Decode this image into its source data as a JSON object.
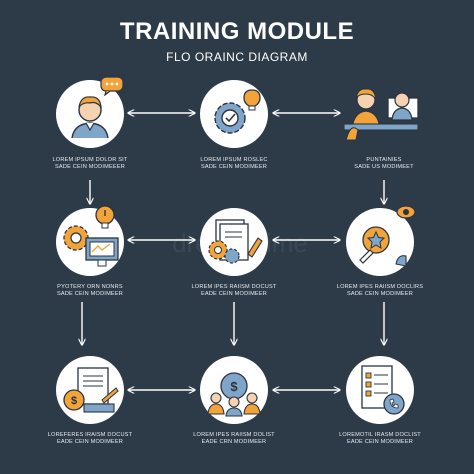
{
  "header": {
    "title": "TRAINING MODULE",
    "subtitle": "FLO ORAINC DIAGRAM"
  },
  "watermark": "dreamstime",
  "colors": {
    "background": "#2d3a47",
    "accent_orange": "#f2a33a",
    "accent_blue": "#7fa6c9",
    "outline": "#2b3440"
  },
  "nodes": [
    {
      "icon": "person-chat-icon",
      "caption1": "LOREM IPSUM DOLOR SIT",
      "caption2": "SADE CEIN MODIMEEER"
    },
    {
      "icon": "gear-lightbulb-icon",
      "caption1": "LOREM IPSUM ROSLEC",
      "caption2": "SADE CEIN MODIMEER"
    },
    {
      "icon": "team-presentation-icon",
      "caption1": "PUNTAINIES",
      "caption2": "SADE US MODIMEET"
    },
    {
      "icon": "gears-computer-icon",
      "caption1": "PYOTERY ORN NONRS",
      "caption2": "SADE CEIN MODIMEER"
    },
    {
      "icon": "documents-gears-icon",
      "caption1": "LOREM IPES RAIISM DOCUST",
      "caption2": "EADE CEIN MODIMEER"
    },
    {
      "icon": "idea-badge-icon",
      "caption1": "LOREM IPES RAIISM DOCLIRS",
      "caption2": "SADE CEIN MODIMEER"
    },
    {
      "icon": "documents-dollar-icon",
      "caption1": "LOREFERES IRAISM DOCUST",
      "caption2": "EADE CEIN MODIMEER"
    },
    {
      "icon": "group-discussion-icon",
      "caption1": "LOREM IPES RAIISM DOLIST",
      "caption2": "EADE CRN MODIMEER"
    },
    {
      "icon": "checklist-phone-icon",
      "caption1": "LOREMOTIL IRASM DOCLIST",
      "caption2": "EADE CEIN MODIMEER"
    }
  ]
}
